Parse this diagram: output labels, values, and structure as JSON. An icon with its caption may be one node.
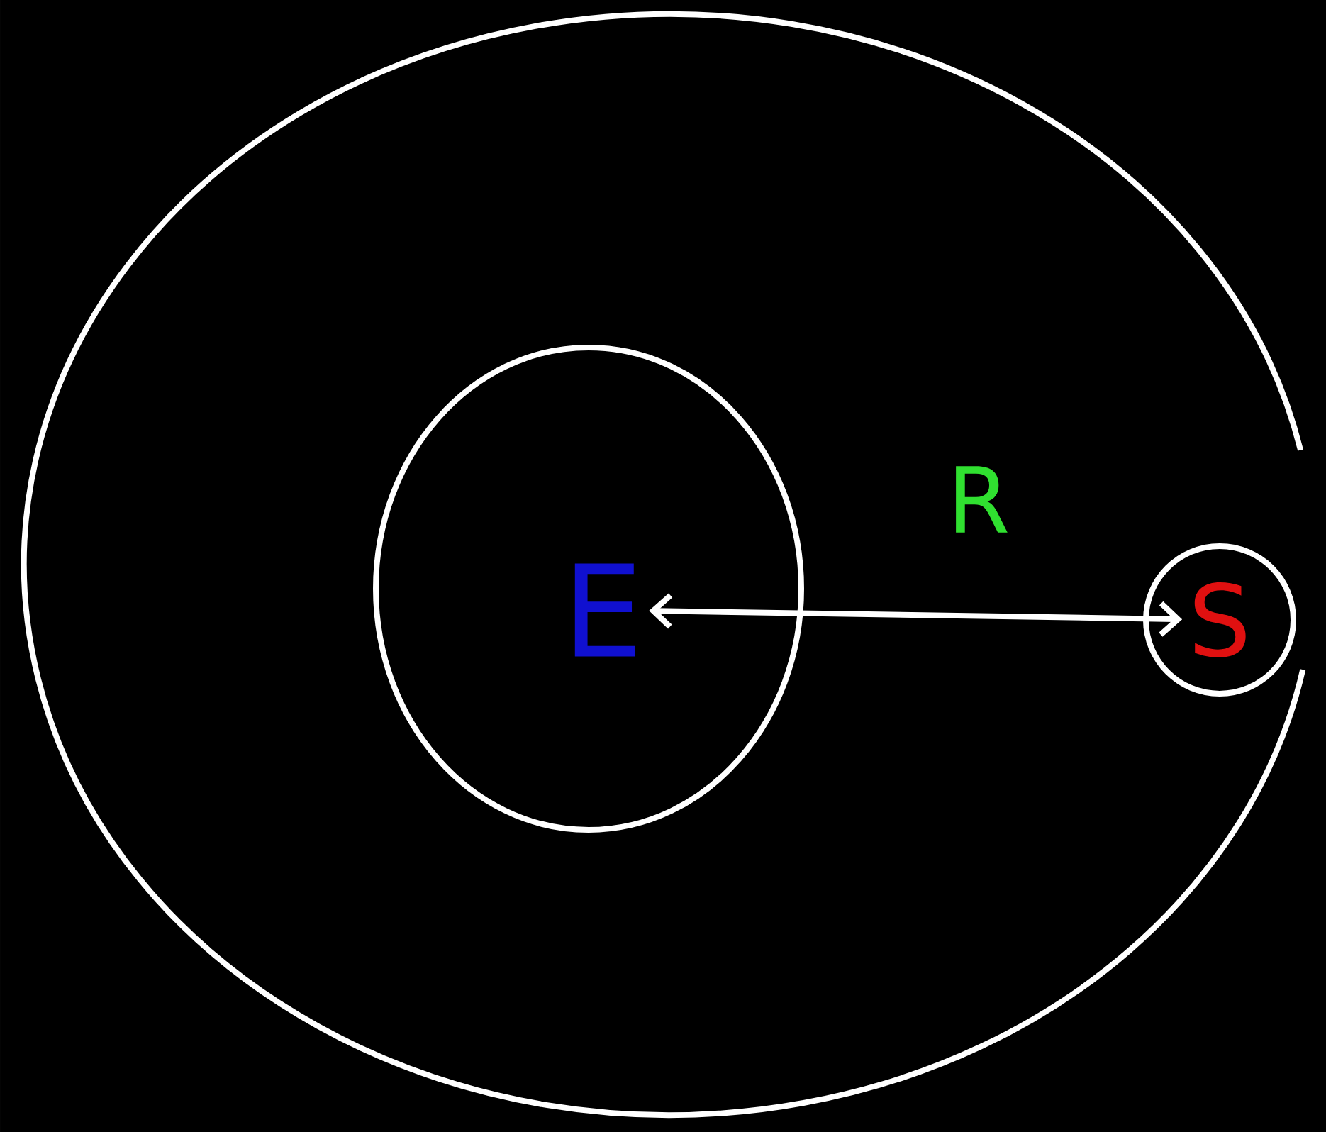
{
  "diagram": {
    "nodes": [
      {
        "text": [
          "E"
        ]
      },
      {
        "text": [
          "S"
        ]
      }
    ],
    "edges": [
      {
        "from": 0,
        "to": 1,
        "arrow": "both",
        "label": "R"
      }
    ]
  }
}
